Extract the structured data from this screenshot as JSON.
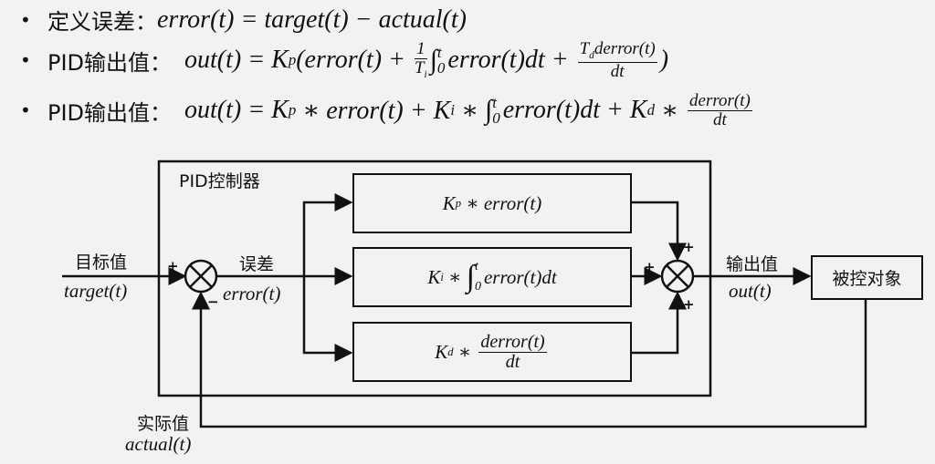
{
  "formulas": [
    {
      "label": "定义误差：",
      "expr": "error(t) = target(t) − actual(t)"
    },
    {
      "label": "PID输出值：",
      "lhs": "out(t) = K",
      "kp_sub": "p",
      "open": "(error(t) + ",
      "frac_num": "1",
      "frac_den": "T",
      "frac_den_sub": "i",
      "int_up": "t",
      "int_low": "0",
      "int_body": "error(t)dt + ",
      "d_num_T": "T",
      "d_num_sub": "d",
      "d_num": "derror(t)",
      "d_den": "dt",
      "close": ")"
    },
    {
      "label": "PID输出值：",
      "lhs": "out(t) = K",
      "kp_sub": "p",
      "mid1": " ∗ error(t) + K",
      "ki_sub": "i",
      "mid2": " ∗ ",
      "int_up": "t",
      "int_low": "0",
      "int_body": "error(t)dt + K",
      "kd_sub": "d",
      "mid3": " ∗ ",
      "d_num": "derror(t)",
      "d_den": "dt"
    }
  ],
  "diagram": {
    "controller_title": "PID控制器",
    "p_block": {
      "k": "K",
      "sub": "p",
      "rest": " ∗ error(t)"
    },
    "i_block": {
      "k": "K",
      "sub": "i",
      "mid": " ∗ ",
      "up": "t",
      "low": "0",
      "rest": "error(t)dt"
    },
    "d_block": {
      "k": "K",
      "sub": "d",
      "mid": " ∗ ",
      "num": "derror(t)",
      "den": "dt"
    },
    "target_label": "目标值",
    "target_expr": "target(t)",
    "error_label": "误差",
    "error_expr": "error(t)",
    "output_label": "输出值",
    "output_expr": "out(t)",
    "actual_label": "实际值",
    "actual_expr": "actual(t)",
    "plant": "被控对象",
    "sum1_plus": "+",
    "sum1_minus": "−",
    "sum2_top": "+",
    "sum2_left": "+",
    "sum2_bottom": "+"
  }
}
